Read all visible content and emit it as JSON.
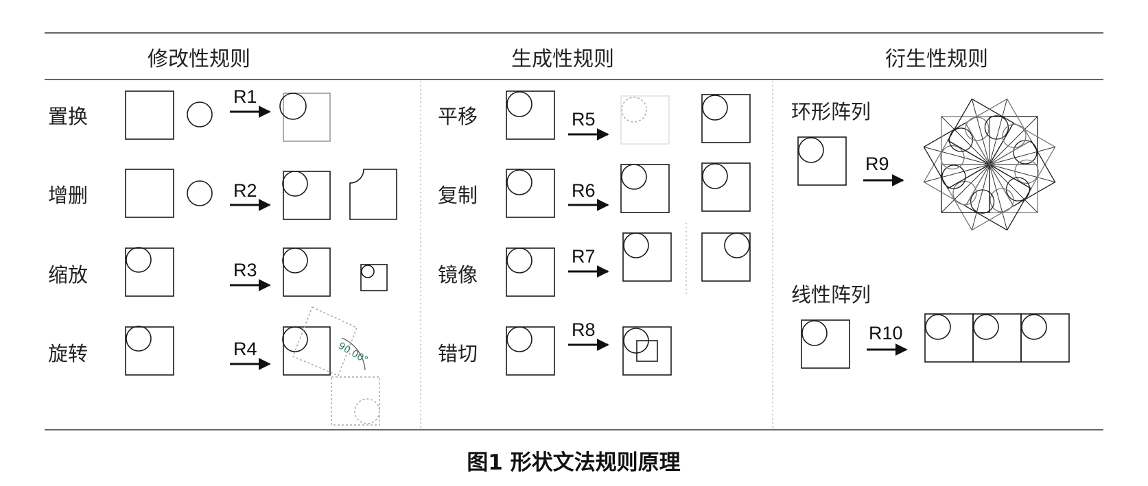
{
  "headers": {
    "modify": "修改性规则",
    "generate": "生成性规则",
    "derive": "衍生性规则"
  },
  "modify_rows": [
    {
      "label": "置换",
      "rule": "R1"
    },
    {
      "label": "增删",
      "rule": "R2"
    },
    {
      "label": "缩放",
      "rule": "R3"
    },
    {
      "label": "旋转",
      "rule": "R4"
    }
  ],
  "generate_rows": [
    {
      "label": "平移",
      "rule": "R5"
    },
    {
      "label": "复制",
      "rule": "R6"
    },
    {
      "label": "镜像",
      "rule": "R7"
    },
    {
      "label": "错切",
      "rule": "R8"
    }
  ],
  "derive_rows": [
    {
      "label": "环形阵列",
      "rule": "R9"
    },
    {
      "label": "线性阵列",
      "rule": "R10"
    }
  ],
  "rotation_annotation": "90.00°",
  "caption": "图1  形状文法规则原理"
}
